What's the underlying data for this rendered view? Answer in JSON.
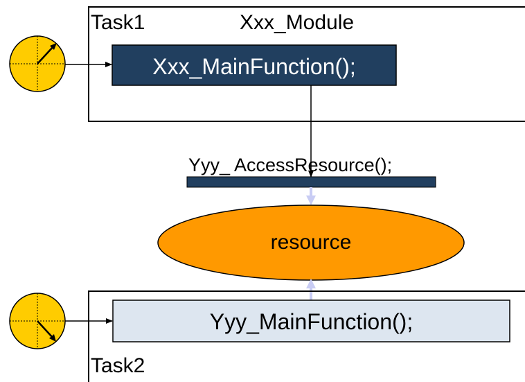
{
  "task1": {
    "label": "Task1",
    "module_label": "Xxx_Module",
    "main_function": "Xxx_MainFunction();"
  },
  "access": {
    "label": "Yyy_ AccessResource();"
  },
  "resource": {
    "label": "resource"
  },
  "task2": {
    "label": "Task2",
    "main_function": "Yyy_MainFunction();"
  },
  "colors": {
    "clock_face": "#FFCC00",
    "dark_function_box": "#213F5F",
    "light_function_box": "#DDE6F0",
    "resource_ellipse": "#FF9900",
    "access_arrow": "#C8CCF4"
  },
  "icons": [
    "clock-icon",
    "clock-icon"
  ]
}
